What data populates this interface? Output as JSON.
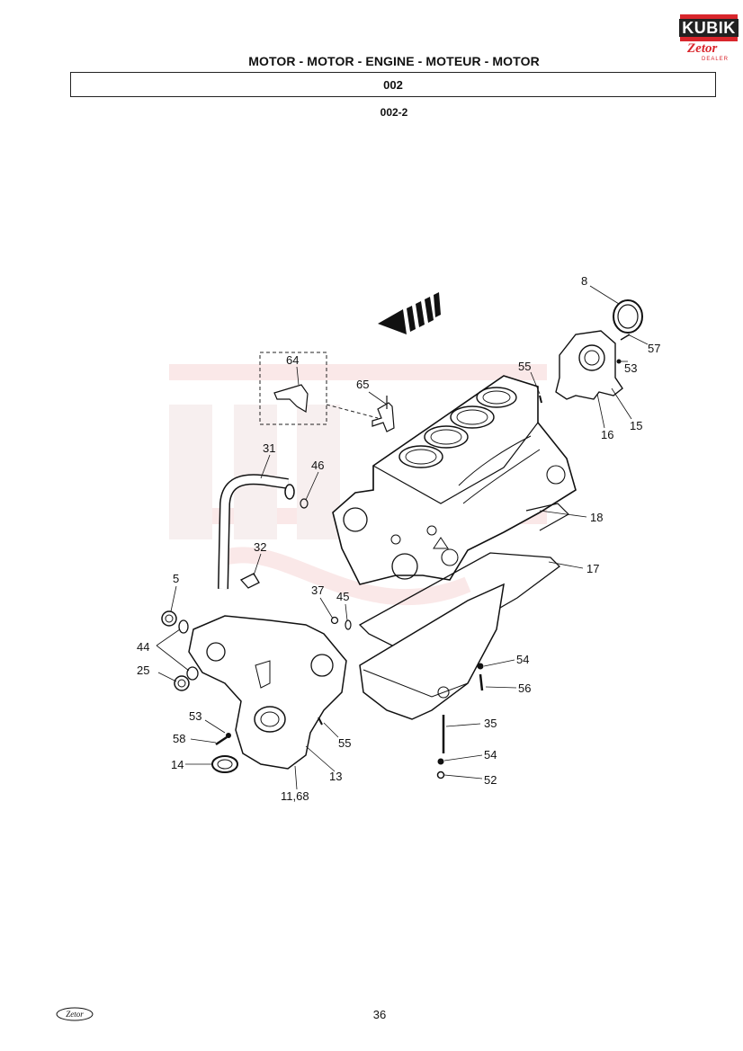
{
  "header": {
    "title": "MOTOR - MOTOR - ENGINE - MOTEUR - MOTOR",
    "group_code": "002",
    "sub_code": "002-2"
  },
  "logo": {
    "kubik": "KUBIK",
    "zetor": "Zetor",
    "dealer": "DEALER"
  },
  "callouts": {
    "c8": "8",
    "c57": "57",
    "c53a": "53",
    "c55a": "55",
    "c15": "15",
    "c16": "16",
    "c64": "64",
    "c65": "65",
    "c31": "31",
    "c46": "46",
    "c18": "18",
    "c17": "17",
    "c32": "32",
    "c5": "5",
    "c37": "37",
    "c45": "45",
    "c44": "44",
    "c25": "25",
    "c54a": "54",
    "c56": "56",
    "c53b": "53",
    "c58": "58",
    "c55b": "55",
    "c35": "35",
    "c54b": "54",
    "c14": "14",
    "c13": "13",
    "c52": "52",
    "c1168": "11,68"
  },
  "footer": {
    "page_number": "36",
    "brand": "Zetor"
  },
  "colors": {
    "ink": "#111111",
    "watermark": "#f6d6d6",
    "brand_red": "#d9262c"
  }
}
